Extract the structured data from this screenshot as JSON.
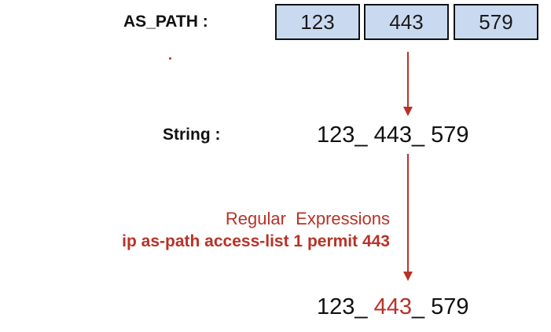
{
  "as_path": {
    "label": "AS_PATH :",
    "values": [
      "123",
      "443",
      "579"
    ]
  },
  "string_row": {
    "label": "String :",
    "text": "123_ 443_ 579"
  },
  "regex": {
    "title": "Regular  Expressions",
    "command": "ip as-path access-list 1 permit 443"
  },
  "result": {
    "before": "123_ ",
    "match": "443",
    "after": "_ 579"
  },
  "colors": {
    "accent_red": "#b83228",
    "box_fill": "#c9daf0",
    "text": "#111111"
  }
}
